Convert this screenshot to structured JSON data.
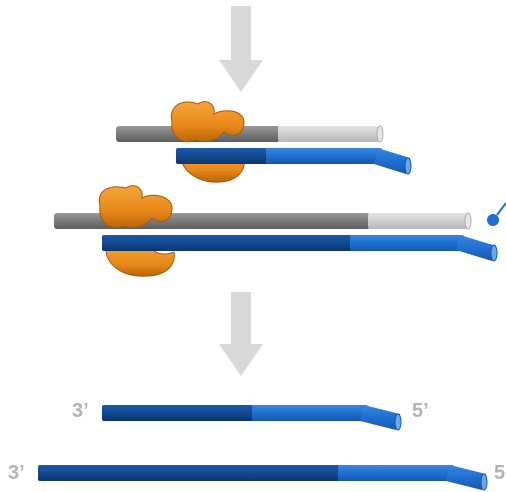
{
  "diagram": {
    "colors": {
      "arrow": "#d9d9d9",
      "template_dark": "#7a7a7a",
      "template_light": "#cfcfcf",
      "strand_dark": "#12498f",
      "strand_light": "#1f6fd1",
      "enzyme": "#e8891a",
      "end_label": "#b3b3b3"
    },
    "products": [
      {
        "left_label": "3’",
        "right_label": "5’"
      },
      {
        "left_label": "3’",
        "right_label": "5"
      }
    ]
  }
}
